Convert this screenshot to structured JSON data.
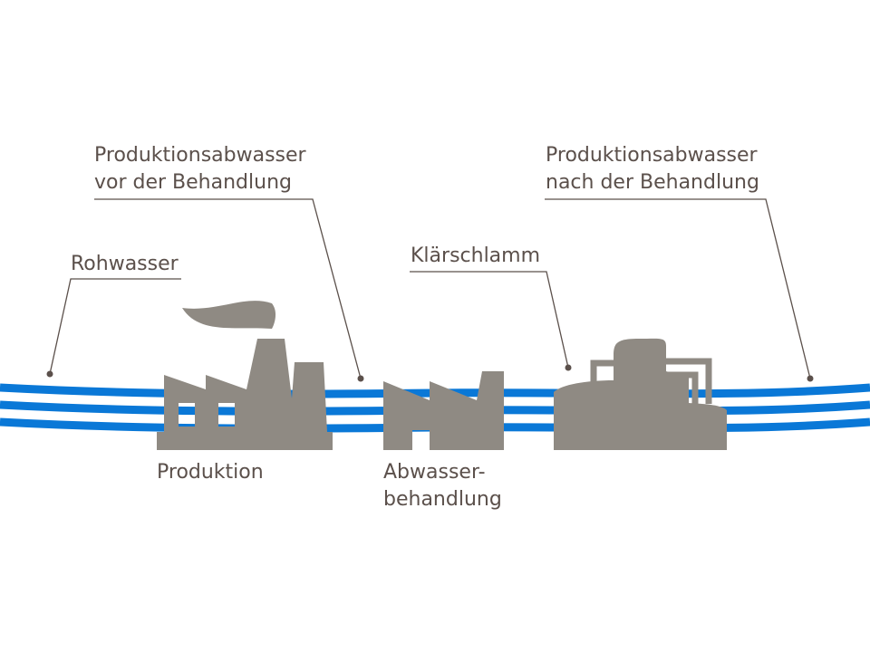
{
  "labels": {
    "rohwasser": "Rohwasser",
    "vor_line1": "Produktionsabwasser",
    "vor_line2": "vor der Behandlung",
    "nach_line1": "Produktionsabwasser",
    "nach_line2": "nach der Behandlung",
    "klaerschlamm": "Klärschlamm",
    "produktion": "Produktion",
    "abwasser_line1": "Abwasser-",
    "abwasser_line2": "behandlung"
  },
  "colors": {
    "water": "#0a78d7",
    "building": "#8f8a83",
    "text": "#5b504b"
  }
}
